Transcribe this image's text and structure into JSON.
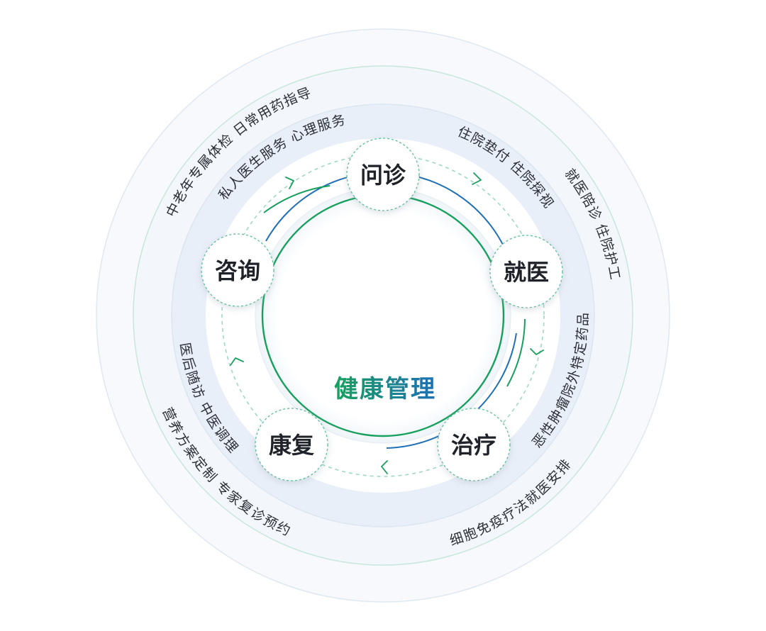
{
  "center": {
    "title": "健康管理",
    "gradient_start": "#17a05d",
    "gradient_end": "#1f6fb5"
  },
  "nodes": [
    {
      "key": "wenzhen",
      "label": "问诊"
    },
    {
      "key": "jiuyi",
      "label": "就医"
    },
    {
      "key": "zhiliao",
      "label": "治疗"
    },
    {
      "key": "kangfu",
      "label": "康复"
    },
    {
      "key": "zixun",
      "label": "咨询"
    }
  ],
  "inner_ring": [
    {
      "key": "private-doctor",
      "text": "私人医生服务 心理服务"
    },
    {
      "key": "hospital-prepay",
      "text": "住院垫付 住院探视"
    },
    {
      "key": "cancer-drugs",
      "text": "恶性肿瘤院外特定药品"
    },
    {
      "key": "follow-up",
      "text": "医后随访 中医调理"
    }
  ],
  "outer_ring": [
    {
      "key": "checkup-guide",
      "text": "中老年专属体检 日常用药指导"
    },
    {
      "key": "escort-nursing",
      "text": "就医陪诊 住院护工"
    },
    {
      "key": "cell-therapy",
      "text": "细胞免疫疗法就医安排"
    },
    {
      "key": "nutrition-review",
      "text": "营养方案定制 专家复诊预约"
    }
  ],
  "colors": {
    "ring_fill": "#eef2fa",
    "ring_stroke": "#bfe3d6",
    "green": "#17a05d",
    "blue": "#1f6fb5",
    "dashed": "#9fd8c4",
    "text": "#2b2f36"
  }
}
